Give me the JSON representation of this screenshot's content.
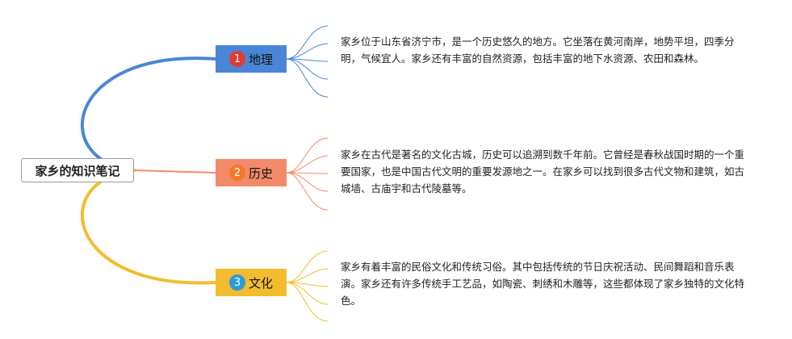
{
  "root": {
    "label": "家乡的知识笔记"
  },
  "branches": [
    {
      "num": "1",
      "label": "地理",
      "color": "#4A86D8",
      "badge_color": "#E03C31",
      "text": "家乡位于山东省济宁市，是一个历史悠久的地方。它坐落在黄河南岸，地势平坦，四季分明，气候宜人。家乡还有丰富的自然资源，包括丰富的地下水资源、农田和森林。"
    },
    {
      "num": "2",
      "label": "历史",
      "color": "#F28A6A",
      "badge_color": "#F07A2A",
      "text": "家乡在古代是著名的文化古城，历史可以追溯到数千年前。它曾经是春秋战国时期的一个重要国家，也是中国古代文明的重要发源地之一。在家乡可以找到很多古代文物和建筑，如古城墙、古庙宇和古代陵墓等。"
    },
    {
      "num": "3",
      "label": "文化",
      "color": "#F2BC2E",
      "badge_color": "#2E9BD6",
      "text": "家乡有着丰富的民俗文化和传统习俗。其中包括传统的节日庆祝活动、民间舞蹈和音乐表演。家乡还有许多传统手工艺品，如陶瓷、刺绣和木雕等，这些都体现了家乡独特的文化特色。"
    }
  ]
}
